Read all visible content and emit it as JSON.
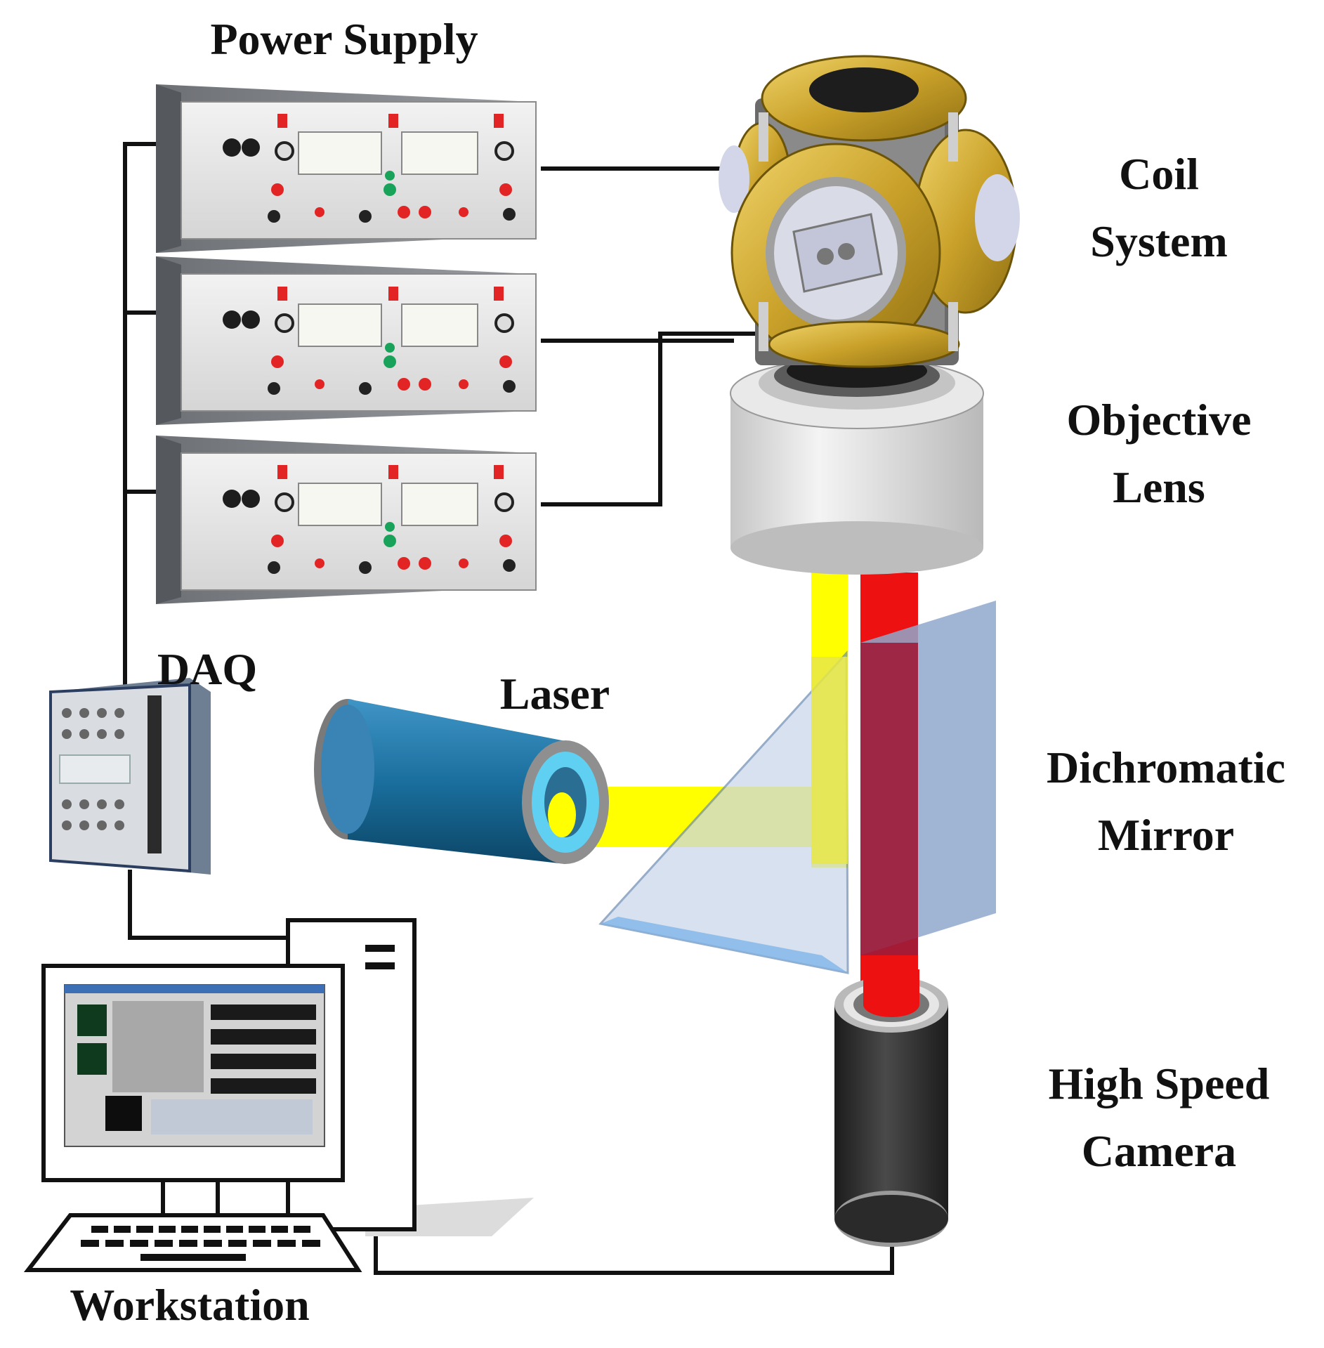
{
  "labels": {
    "power_supply": "Power Supply",
    "coil_line1": "Coil",
    "coil_line2": "System",
    "objective_line1": "Objective",
    "objective_line2": "Lens",
    "daq": "DAQ",
    "laser": "Laser",
    "mirror_line1": "Dichromatic",
    "mirror_line2": "Mirror",
    "camera_line1": "High Speed",
    "camera_line2": "Camera",
    "workstation": "Workstation"
  },
  "colors": {
    "wire": "#111111",
    "beam_yellow": "#ffff00",
    "beam_red": "#ee1111",
    "beam_overlap": "#9c1c3a",
    "laser_body": "#1a6f9e",
    "laser_tip": "#5fd0f2",
    "coil_gold": "#d4b23a",
    "coil_frame": "#7a7a7a",
    "mirror": "#9db4d4",
    "lens_housing": "#e2e2e2",
    "camera_body": "#3a3a3a",
    "psu_panel": "#e8e8e8",
    "psu_knob_red": "#e32424",
    "psu_knob_green": "#19a35a",
    "daq_body": "#d9dde2"
  },
  "icons": [
    "power-supply-icon",
    "coil-system-icon",
    "objective-lens-icon",
    "daq-icon",
    "laser-icon",
    "dichromatic-mirror-icon",
    "high-speed-camera-icon",
    "workstation-icon"
  ]
}
